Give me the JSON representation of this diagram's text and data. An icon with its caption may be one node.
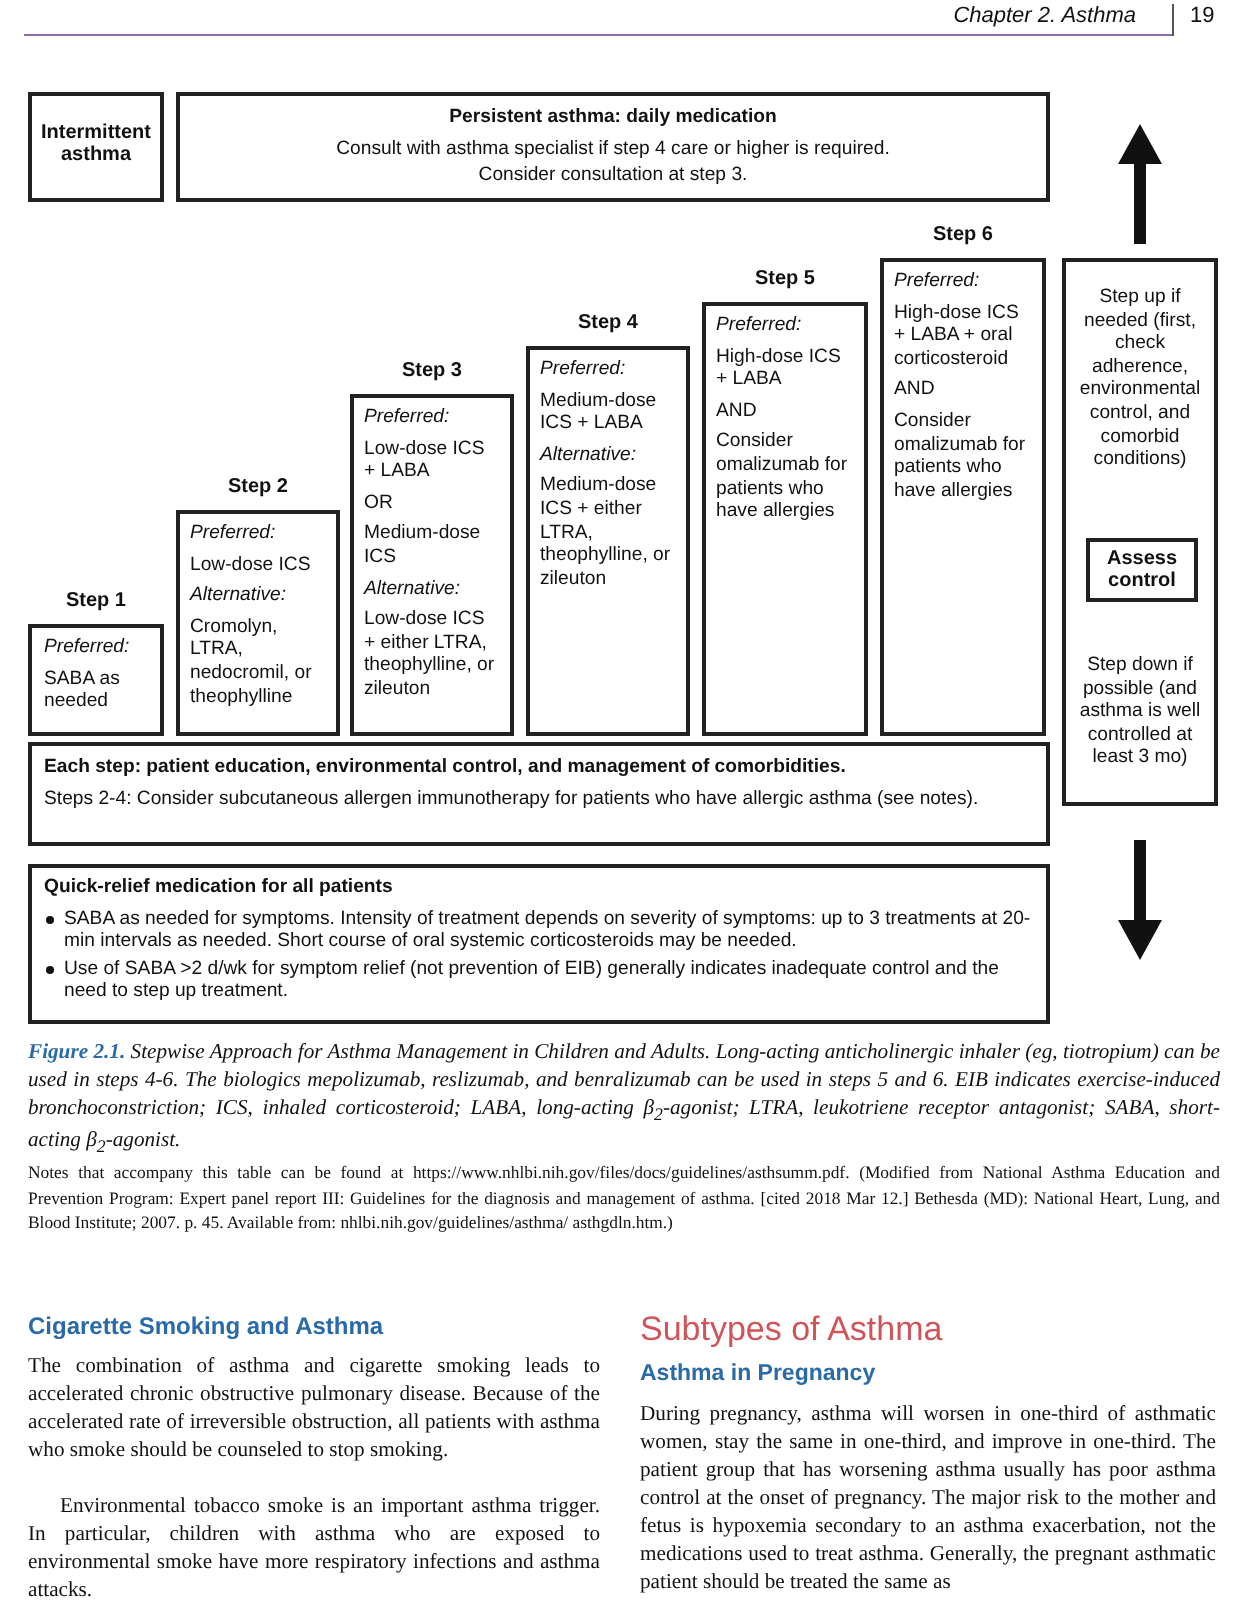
{
  "diagram": {
    "caption": "**Figure 2.1.** Stepwise Approach for Asthma Management in Children and Adults. Long-acting anticholinergic inhaler (eg, tiotropium) can be used in steps 4-6. The biologics mepolizumab, reslizumab, and benralizumab can be used in steps 5 and 6. EIB indicates exercise-induced bronchoconstriction; ICS, inhaled corticosteroid; LABA, long-acting β$_{2}$-agonist; LTRA, leukotriene receptor antagonist; SABA, short-acting β$_{2}$-agonist.",
    "nodes": [
      {
        "text": [
          "Intermittent asthma"
        ]
      },
      {
        "text": [
          "Persistent asthma: daily medication",
          "Consult with asthma specialist if step 4 care or higher is required.",
          "Consider consultation at step 3."
        ]
      },
      {
        "text": [
          "Step 1",
          "Preferred:",
          "SABA as needed"
        ]
      },
      {
        "text": [
          "Step 2",
          "Preferred:",
          "Low-dose ICS",
          "Alternative:",
          "Cromolyn, LTRA, nedocromil, or theophylline"
        ]
      },
      {
        "text": [
          "Step 3",
          "Preferred:",
          "Low-dose ICS + LABA",
          "OR",
          "Medium-dose ICS",
          "Alternative:",
          "Low-dose ICS + either LTRA, theophylline, or zileuton"
        ]
      },
      {
        "text": [
          "Step 4",
          "Preferred:",
          "Medium-dose ICS + LABA",
          "Alternative:",
          "Medium-dose ICS + either LTRA, theophylline, or zileuton"
        ]
      },
      {
        "text": [
          "Step 5",
          "Preferred:",
          "High-dose ICS + LABA",
          "AND",
          "Consider omalizumab for patients who have allergies"
        ]
      },
      {
        "text": [
          "Step 6",
          "Preferred:",
          "High-dose ICS + LABA + oral corticosteroid",
          "AND",
          "Consider omalizumab for patients who have allergies"
        ]
      },
      {
        "text": [
          "Step up if needed (first, check adherence, environmental control, and comorbid conditions)",
          "Step down if possible (and asthma is well controlled at least 3 mo)"
        ]
      },
      {
        "text": [
          "Assess control"
        ],
        "in": 8
      },
      {
        "text": [
          "Each step: patient education, environmental control, and management of comorbidities.",
          "Steps 2-4: Consider subcutaneous allergen immunotherapy for patients who have allergic asthma (see notes)."
        ]
      },
      {
        "text": [
          "Quick-relief medication for all patients",
          "SABA as needed for symptoms. Intensity of treatment depends on severity of symptoms: up to 3 treatments at 20-min intervals as needed. Short course of oral systemic corticosteroids may be needed.",
          "Use of SABA >2 d/wk for symptom relief (not prevention of EIB) generally indicates inadequate control and the need to step up treatment."
        ]
      }
    ],
    "labels": [
      "Chapter 2. Asthma",
      "19",
      "Notes that accompany this table can be found at https://www.nhlbi.nih.gov/files/docs/guidelines/asthsumm.pdf. (Modified from National Asthma Education and Prevention Program: Expert panel report III: Guidelines for the diagnosis and management of asthma. [cited 2018 Mar 12.] Bethesda (MD): National Heart, Lung, and Blood Institute; 2007. p. 45. Available from: nhlbi.nih.gov/guidelines/asthma/ asthgdln.htm.)",
      "Cigarette Smoking and Asthma",
      "The combination of asthma and cigarette smoking leads to accelerated chronic obstructive pulmonary disease. Because of the accelerated rate of irreversible obstruction, all patients with asthma who smoke should be counseled to stop smoking.",
      "Environmental tobacco smoke is an important asthma trigger. In particular, children with asthma who are exposed to environmental smoke have more respiratory infections and asthma attacks.",
      "Subtypes of Asthma",
      "Asthma in Pregnancy",
      "During pregnancy, asthma will worsen in one-third of asthmatic women, stay the same in one-third, and improve in one-third. The patient group that has worsening asthma usually has poor asthma control at the onset of pregnancy. The major risk to the mother and fetus is hypoxemia secondary to an asthma exacerbation, not the medications used to treat asthma. Generally, the pregnant asthmatic patient should be treated the same as"
    ]
  }
}
